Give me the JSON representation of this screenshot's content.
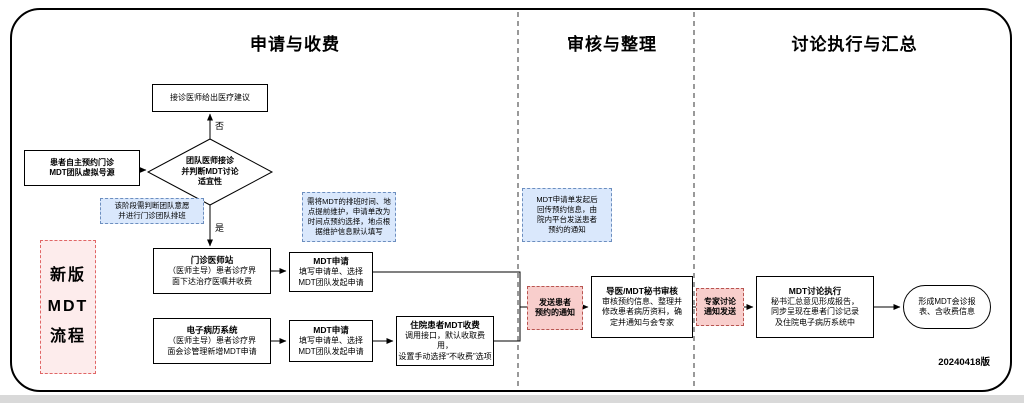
{
  "sections": {
    "s1": "申请与收费",
    "s2": "审核与整理",
    "s3": "讨论执行与汇总"
  },
  "labels": {
    "yes": "是",
    "no": "否",
    "version": "20240418版",
    "side": "新版\nMDT\n流程"
  },
  "nodes": {
    "advice": {
      "body": "接诊医师给出医疗建议"
    },
    "patient": {
      "body": "患者自主预约门诊\nMDT团队虚拟号源"
    },
    "decision": {
      "body": "团队医师接诊\n并判断MDT讨论\n适宜性"
    },
    "clinic": {
      "title": "门诊医师站",
      "body": "（医师主导）患者诊疗界\n面下达治疗医嘱并收费"
    },
    "apply1": {
      "title": "MDT申请",
      "body": "填写申请单、选择\nMDT团队发起申请"
    },
    "emr": {
      "title": "电子病历系统",
      "body": "（医师主导）患者诊疗界\n面会诊管理新增MDT申请"
    },
    "apply2": {
      "title": "MDT申请",
      "body": "填写申请单、选择\nMDT团队发起申请"
    },
    "fee": {
      "title": "住院患者MDT收费",
      "body": "调用接口，默认收取费用，\n设置手动选择“不收费”选项"
    },
    "notify1": {
      "body": "发送患者\n预约的通知"
    },
    "review": {
      "title": "导医/MDT秘书审核",
      "body": "审核预约信息、整理并\n修改患者病历资料，确\n定并通知与会专家"
    },
    "notify2": {
      "body": "专家讨论\n通知发送"
    },
    "exec": {
      "title": "MDT讨论执行",
      "body": "秘书汇总意见形成报告，\n同步呈现在患者门诊记录\n及住院电子病历系统中"
    },
    "report": {
      "body": "形成MDT会诊报\n表、含收费信息"
    }
  },
  "notes": {
    "n1": "该阶段需判断团队意愿\n并进行门诊团队排班",
    "n2": "需将MDT的排班时间、地\n点提前维护，申请单改为\n时间点预约选择，地点根\n据维护信息默认填写",
    "n3": "MDT申请单发起后\n回传预约信息，由\n院内平台发送患者\n预约的通知"
  },
  "colors": {
    "note_bg": "#dae8fc",
    "note_border": "#6c8ebf",
    "pink_bg": "#f8cecc",
    "pink_border": "#b85450",
    "frame": "#000000"
  }
}
